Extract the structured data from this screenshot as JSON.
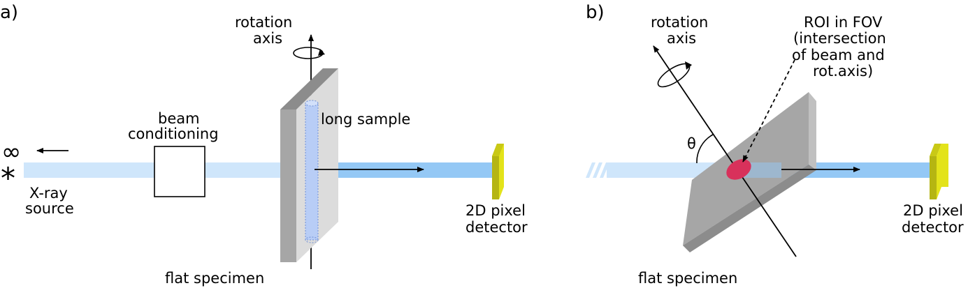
{
  "panel_a": {
    "label": "a)",
    "rotation_axis_line1": "rotation",
    "rotation_axis_line2": "axis",
    "beam_conditioning_line1": "beam",
    "beam_conditioning_line2": "conditioning",
    "long_sample": "long sample",
    "infinity_symbol": "∞",
    "source_symbol": "*",
    "xray_source_line1": "X-ray",
    "xray_source_line2": "source",
    "detector_line1": "2D pixel",
    "detector_line2": "detector",
    "flat_specimen": "flat specimen"
  },
  "panel_b": {
    "label": "b)",
    "rotation_axis_line1": "rotation",
    "rotation_axis_line2": "axis",
    "roi_line1": "ROI in FOV",
    "roi_line2": "(intersection",
    "roi_line3": "of beam and",
    "roi_line4": "rot.axis)",
    "theta": "θ",
    "detector_line1": "2D pixel",
    "detector_line2": "detector",
    "flat_specimen": "flat specimen"
  },
  "colors": {
    "beam_light": "#cfe6fb",
    "beam_strong": "#94c8f5",
    "specimen_front": "#a6a6a6",
    "specimen_face": "#dcdcdc",
    "specimen_edge": "#8c8c8c",
    "sample_fill": "#b8cdf6",
    "detector_front": "#e3e31a",
    "detector_side": "#b5b512",
    "roi": "#d8315b"
  }
}
